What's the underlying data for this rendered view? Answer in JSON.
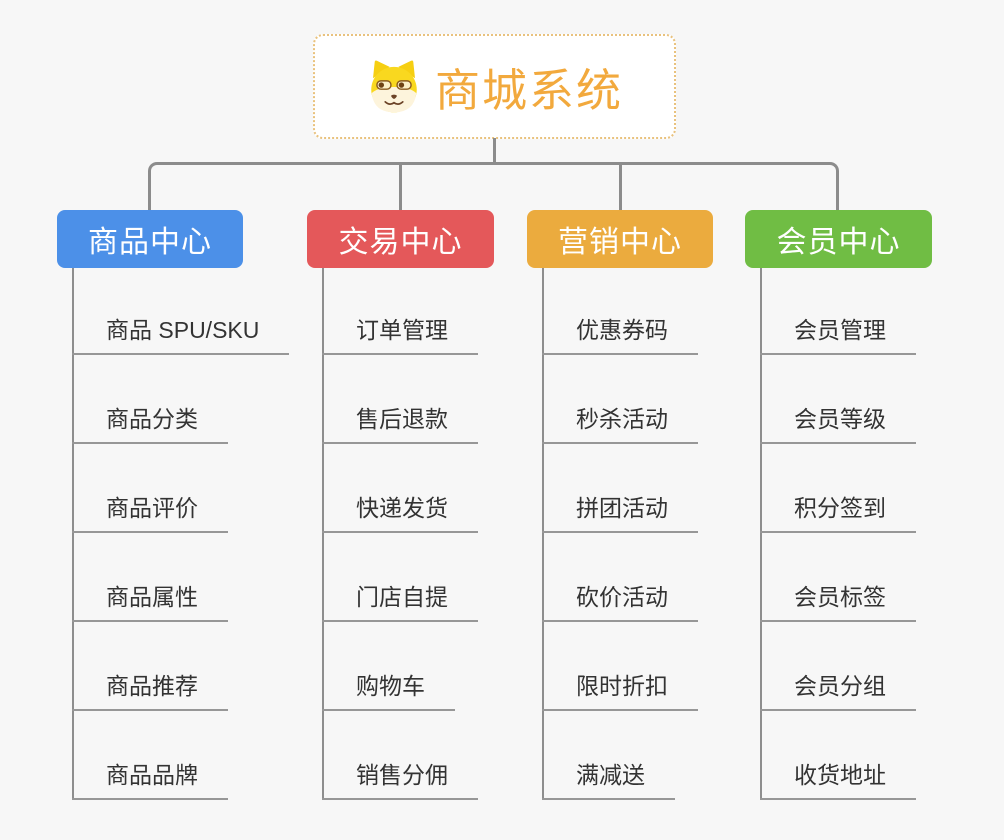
{
  "page": {
    "background_color": "#F7F7F7",
    "connector_color": "#8C8C8C"
  },
  "root": {
    "title": "商城系统",
    "title_color": "#F2A93D",
    "border_color": "#E9C27E",
    "icon": "dog-icon"
  },
  "branches": [
    {
      "label": "商品中心",
      "color": "#4C90E8",
      "items": [
        "商品 SPU/SKU",
        "商品分类",
        "商品评价",
        "商品属性",
        "商品推荐",
        "商品品牌"
      ]
    },
    {
      "label": "交易中心",
      "color": "#E4585A",
      "items": [
        "订单管理",
        "售后退款",
        "快递发货",
        "门店自提",
        "购物车",
        "销售分佣"
      ]
    },
    {
      "label": "营销中心",
      "color": "#EBAB3E",
      "items": [
        "优惠券码",
        "秒杀活动",
        "拼团活动",
        "砍价活动",
        "限时折扣",
        "满减送"
      ]
    },
    {
      "label": "会员中心",
      "color": "#70BD44",
      "items": [
        "会员管理",
        "会员等级",
        "积分签到",
        "会员标签",
        "会员分组",
        "收货地址"
      ]
    }
  ]
}
